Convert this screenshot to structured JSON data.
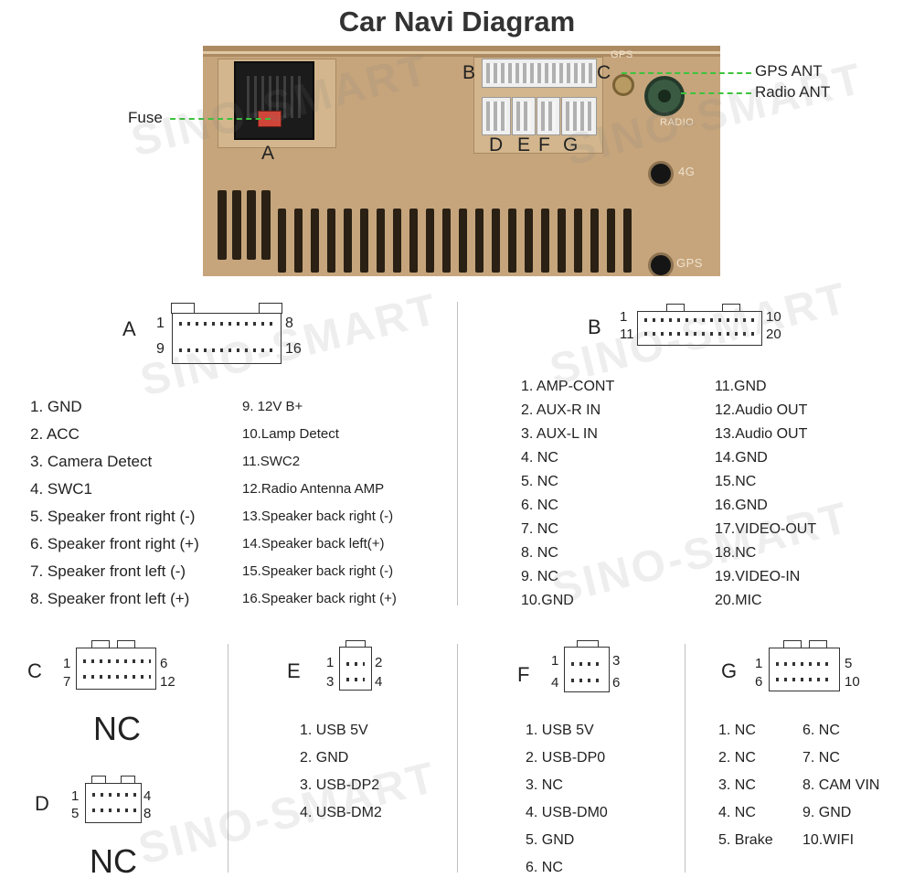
{
  "title": "Car Navi Diagram",
  "watermark": "SINO-SMART",
  "photo": {
    "port_labels": {
      "a": "A",
      "b": "B",
      "c": "C",
      "d": "D",
      "e": "E",
      "f": "F",
      "g": "G"
    },
    "embossed": {
      "gps_top": "GPS",
      "radio": "RADIO",
      "fourg": "4G",
      "gps_bottom": "GPS"
    },
    "callouts": {
      "fuse": "Fuse",
      "gps_ant": "GPS ANT",
      "radio_ant": "Radio ANT"
    },
    "colors": {
      "panel": "#c6a57c",
      "callout_line": "#3cc43c",
      "fuse": "#d0453a",
      "radio_jack": "#3a5a42"
    }
  },
  "connector_a": {
    "letter": "A",
    "pins": {
      "tl": "1",
      "tr": "8",
      "bl": "9",
      "br": "16"
    },
    "items": [
      "1. GND",
      "2. ACC",
      "3. Camera Detect",
      "4. SWC1",
      "5. Speaker front right (-)",
      "6. Speaker front right (+)",
      "7. Speaker front left (-)",
      "8. Speaker front left (+)",
      "9.  12V B+",
      "10.Lamp Detect",
      "11.SWC2",
      "12.Radio Antenna AMP",
      "13.Speaker back right (-)",
      "14.Speaker back left(+)",
      "15.Speaker back right (-)",
      "16.Speaker back right (+)"
    ]
  },
  "connector_b": {
    "letter": "B",
    "pins": {
      "tl": "1",
      "tr": "10",
      "bl": "11",
      "br": "20"
    },
    "items": [
      "1.  AMP-CONT",
      "2.  AUX-R IN",
      "3.  AUX-L IN",
      "4.  NC",
      "5.  NC",
      "6.  NC",
      "7.  NC",
      "8.  NC",
      "9.  NC",
      "10.GND",
      "11.GND",
      "12.Audio OUT",
      "13.Audio OUT",
      "14.GND",
      "15.NC",
      "16.GND",
      "17.VIDEO-OUT",
      "18.NC",
      "19.VIDEO-IN",
      "20.MIC"
    ]
  },
  "connector_c": {
    "letter": "C",
    "pins": {
      "tl": "1",
      "tr": "6",
      "bl": "7",
      "br": "12"
    },
    "note": "NC"
  },
  "connector_d": {
    "letter": "D",
    "pins": {
      "tl": "1",
      "tr": "4",
      "bl": "5",
      "br": "8"
    },
    "note": "NC"
  },
  "connector_e": {
    "letter": "E",
    "pins": {
      "tl": "1",
      "tr": "2",
      "bl": "3",
      "br": "4"
    },
    "items": [
      "1. USB 5V",
      "2. GND",
      "3. USB-DP2",
      "4. USB-DM2"
    ]
  },
  "connector_f": {
    "letter": "F",
    "pins": {
      "tl": "1",
      "tr": "3",
      "bl": "4",
      "br": "6"
    },
    "items": [
      "1. USB 5V",
      "2. USB-DP0",
      "3. NC",
      "4. USB-DM0",
      "5. GND",
      "6. NC"
    ]
  },
  "connector_g": {
    "letter": "G",
    "pins": {
      "tl": "1",
      "tr": "5",
      "bl": "6",
      "br": "10"
    },
    "items": [
      "1. NC",
      "2. NC",
      "3. NC",
      "4. NC",
      "5. Brake",
      "6.  NC",
      "7.  NC",
      "8.  CAM VIN",
      "9.  GND",
      "10.WIFI"
    ]
  }
}
